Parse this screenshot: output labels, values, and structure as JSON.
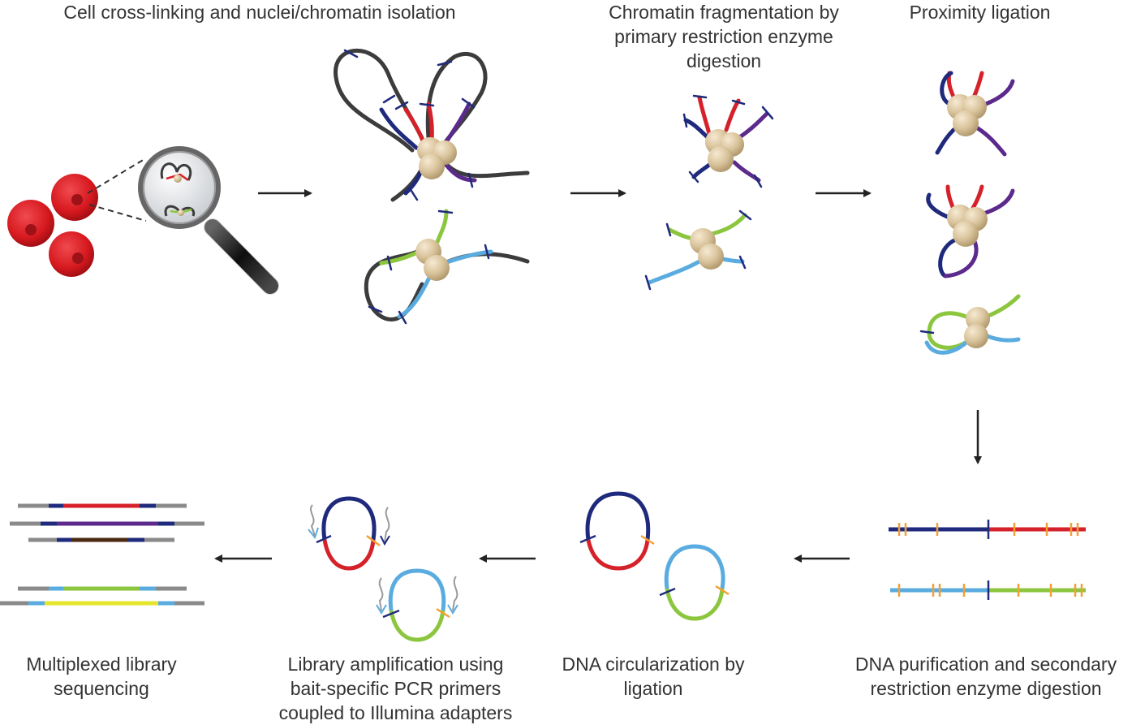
{
  "steps": {
    "step1": {
      "label": [
        "Cell cross-linking and nuclei/chromatin isolation"
      ]
    },
    "step2": {
      "label": [
        "Chromatin fragmentation by",
        "primary restriction enzyme",
        "digestion"
      ]
    },
    "step3": {
      "label": [
        "Proximity ligation"
      ]
    },
    "step4": {
      "label": [
        "DNA purification and secondary",
        "restriction enzyme digestion"
      ]
    },
    "step5": {
      "label": [
        "DNA circularization by",
        "ligation"
      ]
    },
    "step6": {
      "label": [
        "Library amplification using",
        "bait-specific PCR primers",
        "coupled to Illumina adapters"
      ]
    },
    "step7": {
      "label": [
        "Multiplexed library",
        "sequencing"
      ]
    }
  },
  "colors": {
    "text": "#333333",
    "cell_red": "#d6191f",
    "protein": "#d8c29a",
    "dna_gray": "#3c3c3c",
    "dna_navy": "#1f2a7c",
    "dna_red": "#d5222a",
    "dna_purple": "#5b2a8c",
    "dna_green": "#8cc63f",
    "dna_blue": "#5aace0",
    "cut_orange": "#f2a033",
    "adapter_gray": "#8a8a8a",
    "yellow": "#e5e52b",
    "brown": "#4a2a12"
  }
}
